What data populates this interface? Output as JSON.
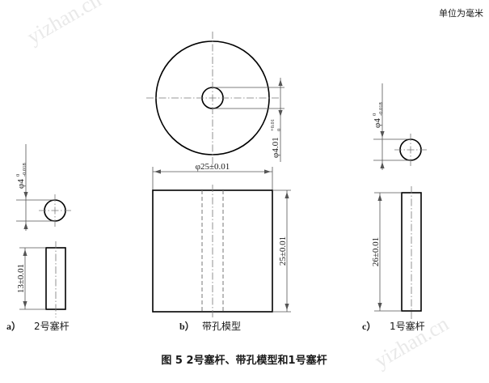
{
  "page": {
    "unit_note": "单位为毫米",
    "figure_caption": "图 5   2号塞杆、带孔模型和1号塞杆",
    "watermarks": [
      "yizhan.cn",
      "yizhan.cn"
    ]
  },
  "parts": [
    {
      "id": "a",
      "label_letter": "a）",
      "label_text": "2号塞杆",
      "diameter": {
        "value": "φ4",
        "tol_upper": "0",
        "tol_lower": "-0.018"
      },
      "length": "13±0.01"
    },
    {
      "id": "b",
      "label_letter": "b）",
      "label_text": "带孔模型",
      "diameter": "φ25±0.01",
      "hole": {
        "value": "φ4.01",
        "tol_upper": "+0.01",
        "tol_lower": "0"
      },
      "height": "25±0.01"
    },
    {
      "id": "c",
      "label_letter": "c）",
      "label_text": "1号塞杆",
      "diameter": {
        "value": "φ4",
        "tol_upper": "0",
        "tol_lower": "-0.018"
      },
      "length": "26±0.01"
    }
  ],
  "colors": {
    "outline": "#000000",
    "dimension_line": "#555555",
    "hidden_line": "#777777",
    "background": "#ffffff"
  }
}
